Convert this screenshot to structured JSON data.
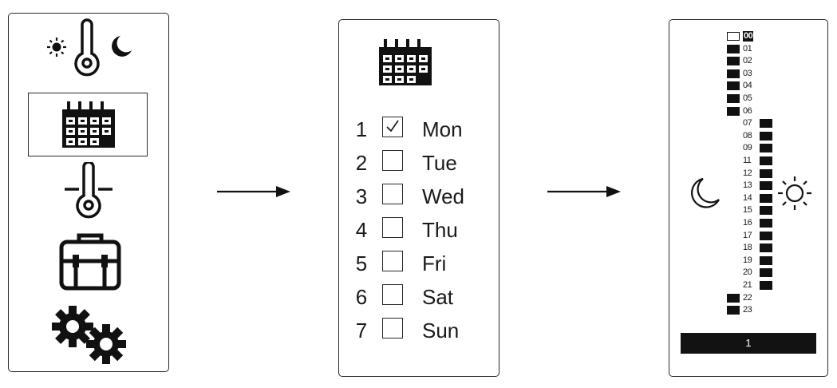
{
  "menu": {
    "items": [
      {
        "icon": "day-night-temperature-icon",
        "selected": false
      },
      {
        "icon": "weekly-calendar-icon",
        "selected": true
      },
      {
        "icon": "set-temperature-icon",
        "selected": false
      },
      {
        "icon": "holiday-suitcase-icon",
        "selected": false
      },
      {
        "icon": "settings-gears-icon",
        "selected": false
      }
    ]
  },
  "days": {
    "items": [
      {
        "num": "1",
        "label": "Mon",
        "checked": true
      },
      {
        "num": "2",
        "label": "Tue",
        "checked": false
      },
      {
        "num": "3",
        "label": "Wed",
        "checked": false
      },
      {
        "num": "4",
        "label": "Thu",
        "checked": false
      },
      {
        "num": "5",
        "label": "Fri",
        "checked": false
      },
      {
        "num": "6",
        "label": "Sat",
        "checked": false
      },
      {
        "num": "7",
        "label": "Sun",
        "checked": false
      }
    ]
  },
  "schedule": {
    "hours": [
      {
        "label": "00",
        "mode": "cursor",
        "active": true
      },
      {
        "label": "01",
        "mode": "night"
      },
      {
        "label": "02",
        "mode": "night"
      },
      {
        "label": "03",
        "mode": "night"
      },
      {
        "label": "04",
        "mode": "night"
      },
      {
        "label": "05",
        "mode": "night"
      },
      {
        "label": "06",
        "mode": "night"
      },
      {
        "label": "07",
        "mode": "day"
      },
      {
        "label": "08",
        "mode": "day"
      },
      {
        "label": "09",
        "mode": "day"
      },
      {
        "label": "11",
        "mode": "day"
      },
      {
        "label": "12",
        "mode": "day"
      },
      {
        "label": "13",
        "mode": "day"
      },
      {
        "label": "14",
        "mode": "day"
      },
      {
        "label": "15",
        "mode": "day"
      },
      {
        "label": "16",
        "mode": "day"
      },
      {
        "label": "17",
        "mode": "day"
      },
      {
        "label": "18",
        "mode": "day"
      },
      {
        "label": "19",
        "mode": "day"
      },
      {
        "label": "20",
        "mode": "day"
      },
      {
        "label": "21",
        "mode": "day"
      },
      {
        "label": "22",
        "mode": "night"
      },
      {
        "label": "23",
        "mode": "night"
      }
    ],
    "night_icon": "moon-icon",
    "day_icon": "sun-icon",
    "footer_value": "1"
  }
}
